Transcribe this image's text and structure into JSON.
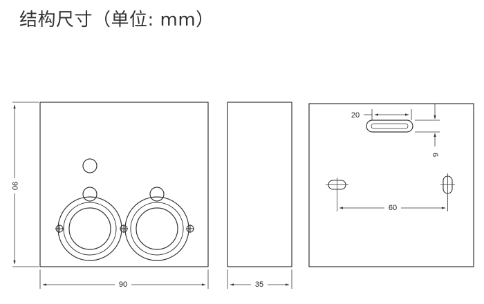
{
  "title": "结构尺寸（单位: mm）",
  "dimensions": {
    "front_width": "90",
    "front_height": "90",
    "side_depth": "35",
    "slot_length": "20",
    "slot_height": "6",
    "hole_spacing": "60"
  }
}
